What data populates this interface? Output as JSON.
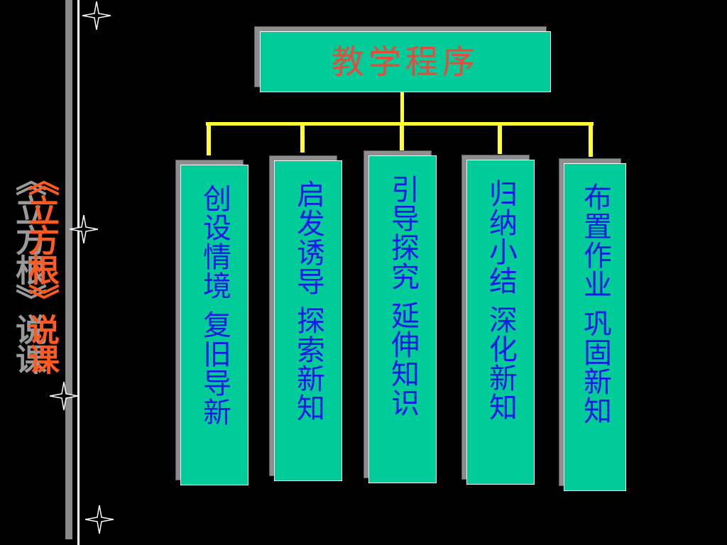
{
  "side_title": "《立方根》说课",
  "diagram": {
    "root": {
      "label": "教学程序"
    },
    "children": [
      {
        "label": "创设情境 复旧导新"
      },
      {
        "label": "启发诱导 探索新知"
      },
      {
        "label": "引导探究 延伸知识"
      },
      {
        "label": "归纳小结 深化新知"
      },
      {
        "label": "布置作业 巩固新知"
      }
    ]
  },
  "colors": {
    "background": "#000000",
    "box_fill": "#00cc99",
    "root_text": "#e84a3c",
    "child_text": "#1a1ae6",
    "connector": "#ffff33",
    "side_title": "#ff5a1f"
  },
  "icons": [
    "sparkle-star-icon"
  ]
}
